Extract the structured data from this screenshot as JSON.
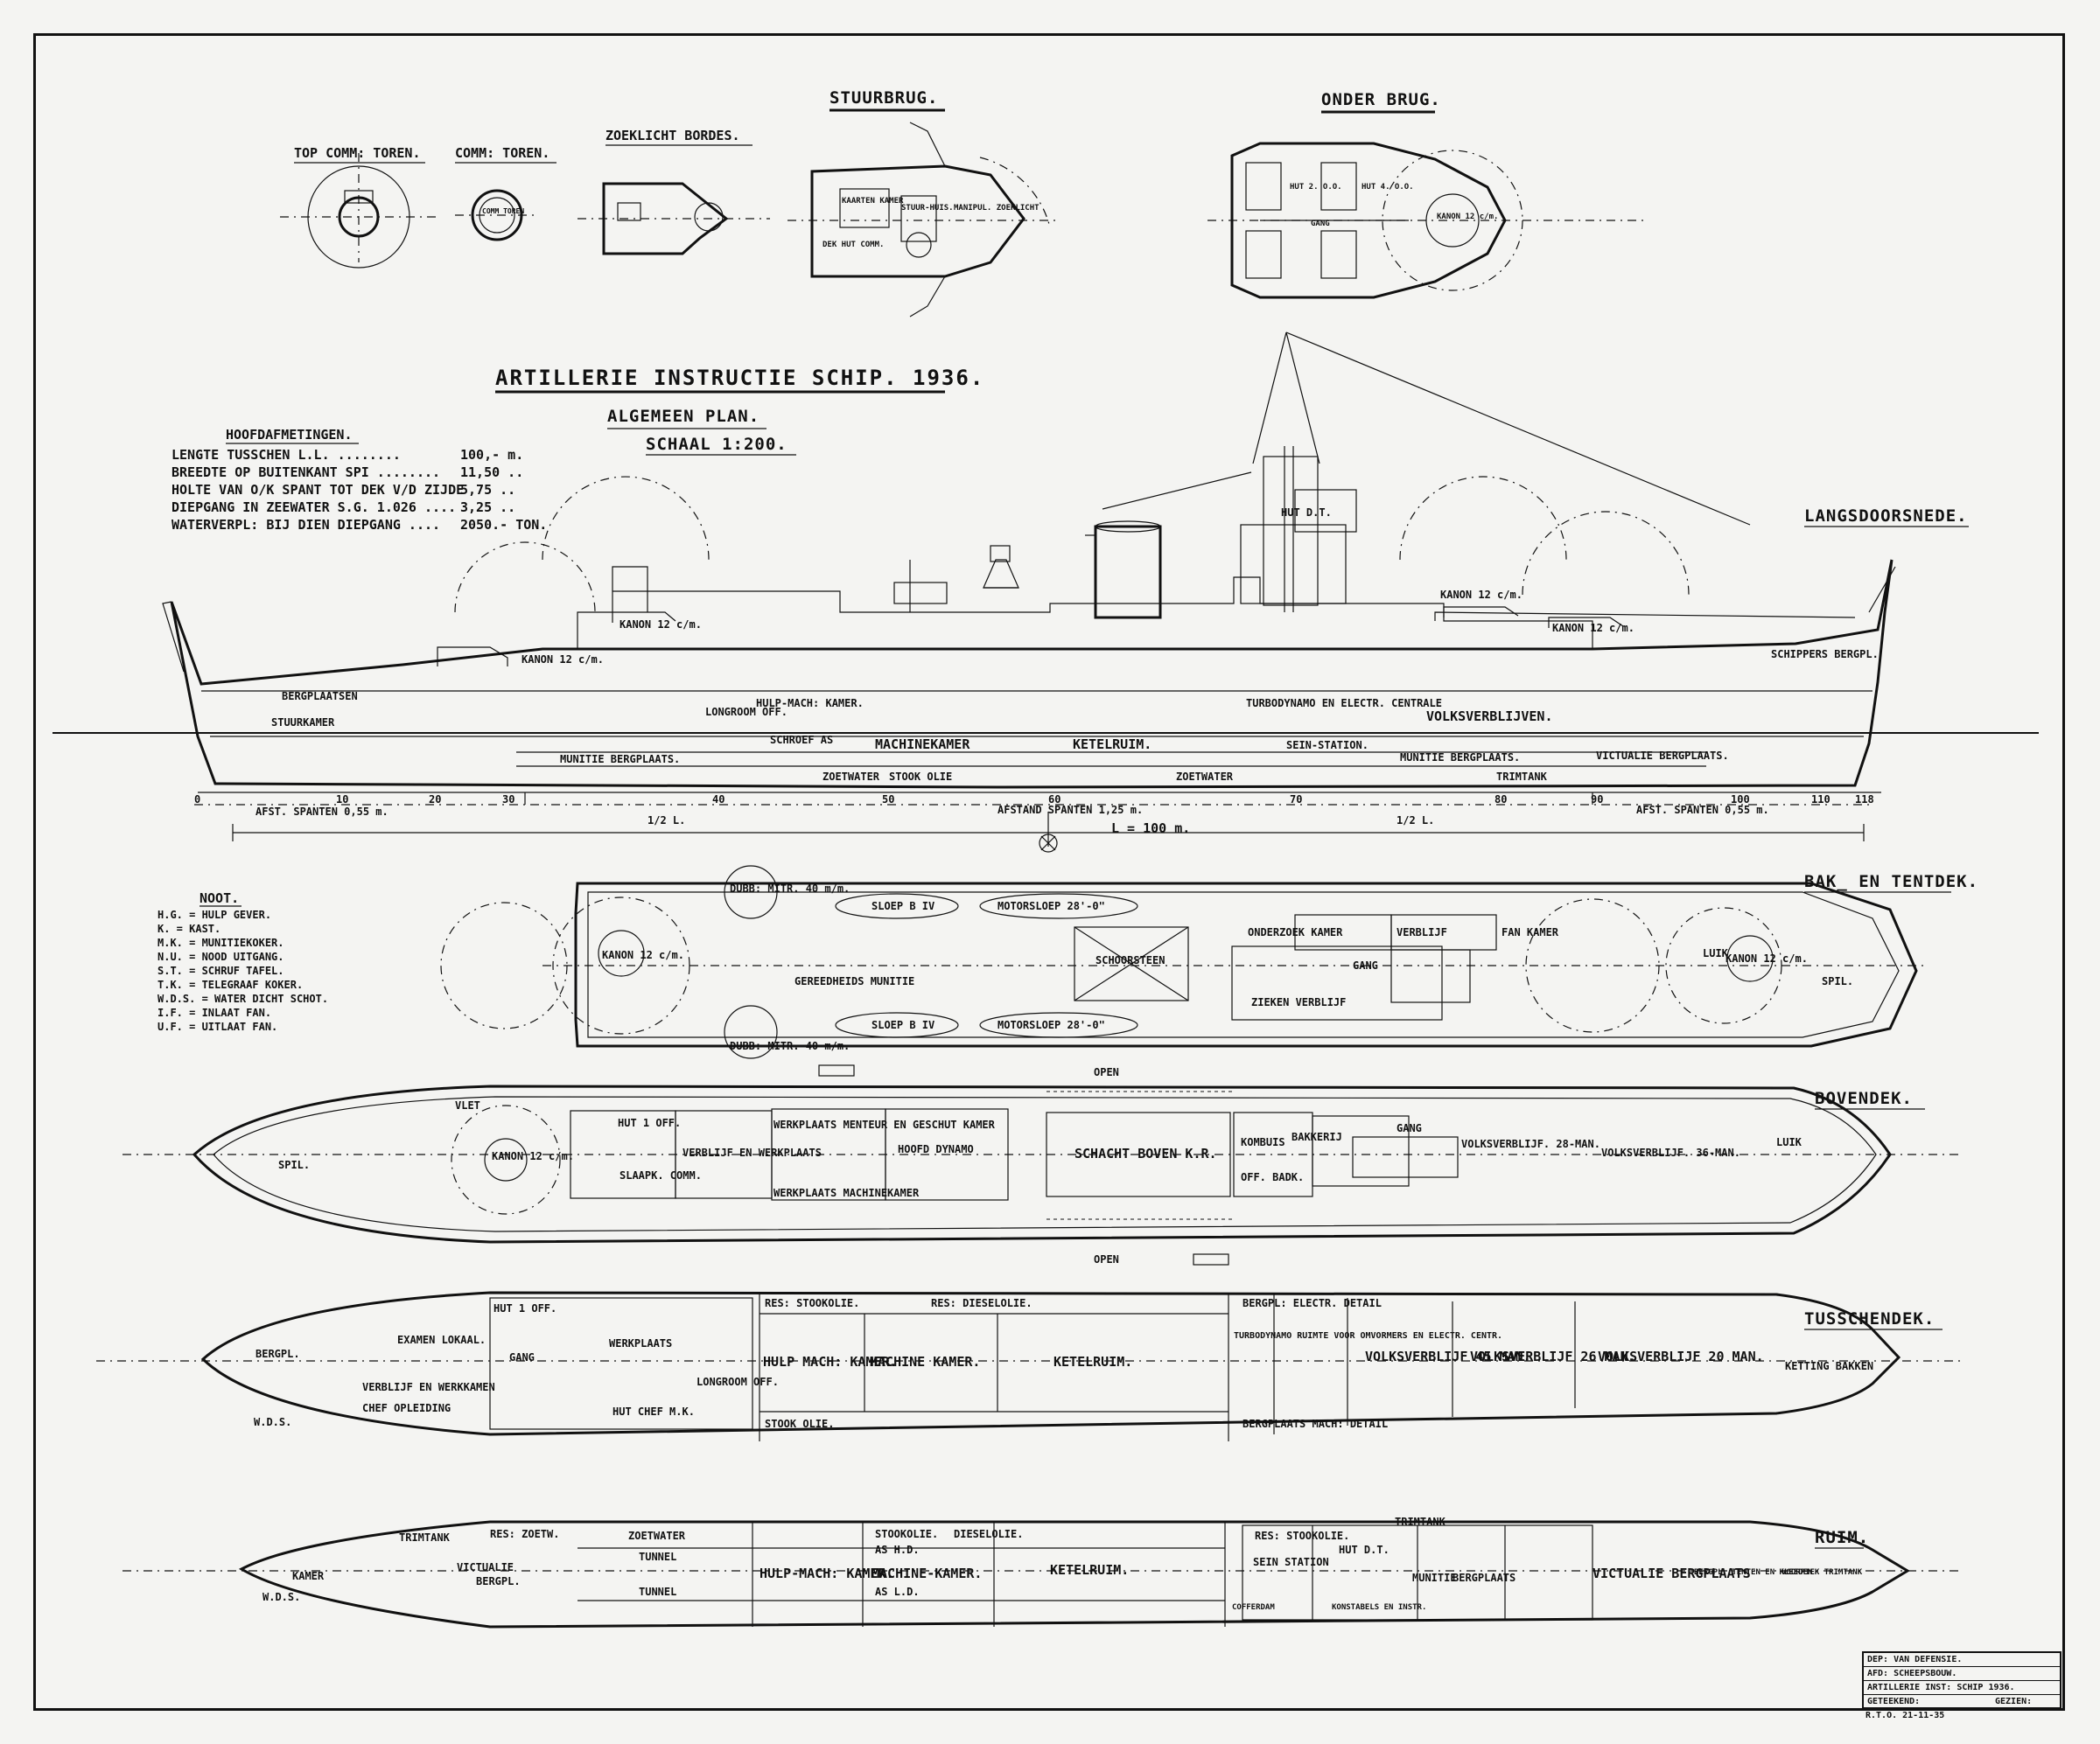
{
  "headings": {
    "main_title": "ARTILLERIE INSTRUCTIE SCHIP. 1936.",
    "subtitle": "ALGEMEEN PLAN.",
    "scale": "SCHAAL 1:200."
  },
  "detail_views": {
    "top_comm_toren": "TOP COMM: TOREN.",
    "comm_toren": "COMM: TOREN.",
    "comm_toren_inner": "COMM TOREN",
    "zoeklicht_bordes": "ZOEKLICHT BORDES.",
    "stuurbrug": "STUURBRUG.",
    "onder_brug": "ONDER BRUG.",
    "stuurbrug_labels": [
      "KAARTEN KAMER",
      "STUUR-HUIS.",
      "DEK HUT COMM.",
      "MANIPUL. ZOEKLICHT"
    ],
    "onder_brug_labels": [
      "HUT 2. O.O.",
      "HUT 4. O.O.",
      "GANG",
      "KANON 12 c/m."
    ]
  },
  "dimensions": {
    "header": "HOOFDAFMETINGEN.",
    "rows": [
      {
        "label": "LENGTE TUSSCHEN L.L. ........",
        "value": "100,- m."
      },
      {
        "label": "BREEDTE OP BUITENKANT SPI ........",
        "value": "11,50 .."
      },
      {
        "label": "HOLTE VAN O/K SPANT TOT DEK V/D ZIJDE",
        "value": "5,75 .."
      },
      {
        "label": "DIEPGANG IN ZEEWATER S.G. 1.026 ....",
        "value": "3,25 .."
      },
      {
        "label": "WATERVERPL: BIJ DIEN DIEPGANG ....",
        "value": "2050.- TON."
      }
    ]
  },
  "noot": {
    "header": "NOOT.",
    "rows": [
      "H.G. = HULP GEVER.",
      "K. = KAST.",
      "M.K. = MUNITIEKOKER.",
      "N.U. = NOOD UITGANG.",
      "S.T. = SCHRUF TAFEL.",
      "T.K. = TELEGRAAF KOKER.",
      "W.D.S. = WATER DICHT SCHOT.",
      "I.F. = INLAAT FAN.",
      "U.F. = UITLAAT FAN."
    ]
  },
  "view_labels": {
    "profile": "LANGSDOORSNEDE.",
    "bak": "BAK_ EN TENTDEK.",
    "boven": "BOVENDEK.",
    "tussen": "TUSSCHENDEK.",
    "ruim": "RUIM."
  },
  "profile": {
    "compartments": [
      "BERGPLAATSEN",
      "STUURKAMER",
      "HULP-MACH: KAMER.",
      "KETELRUIM.",
      "MACHINEKAMER",
      "SCHROEF AS",
      "MUNITIE BERGPLAATS.",
      "VOLKSVERBLIJVEN.",
      "TURBODYNAMO EN ELECTR. CENTRALE",
      "SEIN-STATION.",
      "MUNITIE BERGPLAATS.",
      "VICTUALIE BERGPLAATS.",
      "TRIMTANK",
      "SCHIPPERS BERGPL.",
      "KANON 12 c/m.",
      "KANON 12 c/m.",
      "KANON 12 c/m.",
      "KANON 12 c/m.",
      "LONGROOM OFF.",
      "ZOETWATER",
      "STOOK OLIE",
      "ZOETWATER",
      "HUT D.T."
    ],
    "frames": [
      "0",
      "10",
      "20",
      "30",
      "40",
      "50",
      "60",
      "70",
      "80",
      "90",
      "100",
      "110",
      "118"
    ],
    "spacing_aft": "AFST. SPANTEN 0,55 m.",
    "spacing_mid": "AFSTAND SPANTEN 1,25 m.",
    "spacing_fwd": "AFST. SPANTEN 0,55 m.",
    "half_l_left": "1/2 L.",
    "half_l_right": "1/2 L.",
    "length": "L = 100 m."
  },
  "bak_deck": {
    "labels": [
      "SLOEP B IV",
      "MOTORSLOEP 28'-0\"",
      "SLOEP B IV",
      "MOTORSLOEP 28'-0\"",
      "SCHOORSTEEN",
      "DUBB: MITR. 40 m/m.",
      "DUBB: MITR. 40 m/m.",
      "KANON 12 c/m.",
      "KANON 12 c/m.",
      "ONDERZOEK KAMER",
      "ZIEKEN VERBLIJF",
      "VERBLIJF",
      "FAN KAMER",
      "GANG",
      "SPIL.",
      "LUIK",
      "GEREEDHEIDS MUNITIE"
    ]
  },
  "boven_deck": {
    "labels": [
      "OPEN",
      "OPEN",
      "KANON 12 c/m.",
      "HUT 1 OFF.",
      "VERBLIJF EN WERKPLAATS",
      "WERKPLAATS MENTEUR EN GESCHUT KAMER",
      "WERKPLAATS MACHINEKAMER",
      "HOOFD DYNAMO",
      "SCHACHT BOVEN K.R.",
      "KOMBUIS",
      "BAKKERIJ",
      "GANG",
      "VOLKSVERBLIJF. 28-MAN.",
      "VOLKSVERBLIJF. 36-MAN.",
      "SPIL.",
      "VLET",
      "SLAAPK. COMM.",
      "OFF. BADK.",
      "LUIK"
    ]
  },
  "tussen_deck": {
    "labels": [
      "BERGPL.",
      "EXAMEN LOKAAL.",
      "VERBLIJF EN WERKKAMEN",
      "CHEF OPLEIDING",
      "GANG",
      "HULP MACH: KAMER.",
      "MACHINE KAMER.",
      "KETELRUIM.",
      "TURBODYNAMO RUIMTE VOOR OMVORMERS EN ELECTR. CENTR.",
      "VOLKSVERBLIJF 45 MAN.",
      "VOLKSVERBLIJF 26 MAN.",
      "VOLKSVERBLIJF 20 MAN.",
      "RES: STOOKOLIE.",
      "STOOK OLIE.",
      "RES: DIESELOLIE.",
      "BERGPL: ELECTR. DETAIL",
      "BERGPLAATS MACH: DETAIL",
      "W.D.S.",
      "KETTING BAKKEN",
      "HUT 1 OFF.",
      "HUT CHEF M.K.",
      "LONGROOM OFF.",
      "WERKPLAATS"
    ]
  },
  "ruim_deck": {
    "labels": [
      "KAMER",
      "TRIMTANK",
      "RES: ZOETW.",
      "ZOETWATER",
      "TUNNEL",
      "TUNNEL",
      "VICTUALIE",
      "BERGPL.",
      "HULP-MACH: KAMER.",
      "MACHINE-KAMER.",
      "KETELRUIM.",
      "STOOKOLIE.",
      "DIESELOLIE.",
      "RES: STOOKOLIE.",
      "SEIN STATION",
      "MUNITIE",
      "BERGPLAATS",
      "HUT D.T.",
      "VICTUALIE BERGPLAATS",
      "BERGPL. TENTEN EN KLEEDEN",
      "VOORPIEK TRIMTANK",
      "AS H.D.",
      "AS L.D.",
      "COFFERDAM",
      "KONSTABELS EN INSTR.",
      "TRIMTANK",
      "W.D.S."
    ]
  },
  "title_block": {
    "line1": "DEP: VAN DEFENSIE.",
    "line2": "AFD: SCHEEPSBOUW.",
    "line3": "ARTILLERIE INST: SCHIP 1936.",
    "line4_left": "GETEEKEND:",
    "line4_right": "GEZIEN:",
    "line5": "R.T.O. 21-11-35"
  },
  "colors": {
    "paper": "#f4f4f2",
    "ink": "#111111",
    "border": "#e9e9e9"
  }
}
